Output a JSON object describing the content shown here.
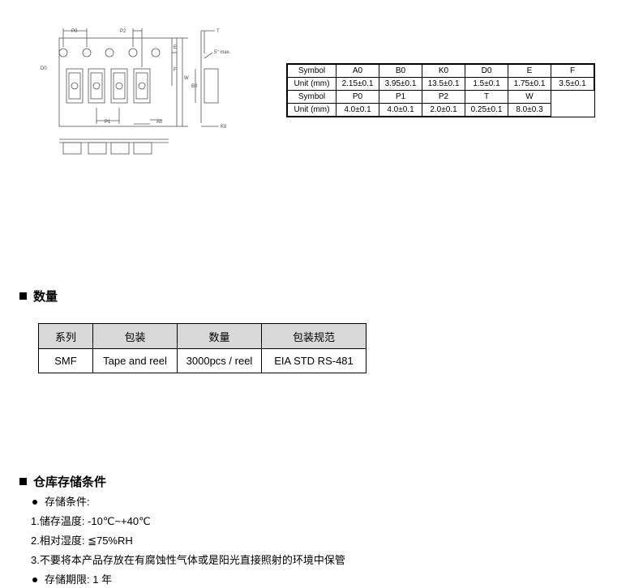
{
  "drawing": {
    "labels": {
      "p0": "P0",
      "p2": "P2",
      "d0": "D0",
      "t": "T",
      "angle": "5° max.",
      "e": "E",
      "f": "F",
      "w": "W",
      "b0": "B0",
      "p1": "P1",
      "a0": "A0",
      "k0": "K0"
    }
  },
  "spec_table": {
    "rows": [
      [
        "Symbol",
        "A0",
        "B0",
        "K0",
        "D0",
        "E",
        "F"
      ],
      [
        "Unit (mm)",
        "2.15±0.1",
        "3.95±0.1",
        "13.5±0.1",
        "1.5±0.1",
        "1.75±0.1",
        "3.5±0.1"
      ],
      [
        "Symbol",
        "P0",
        "P1",
        "P2",
        "T",
        "W"
      ],
      [
        "Unit (mm)",
        "4.0±0.1",
        "4.0±0.1",
        "2.0±0.1",
        "0.25±0.1",
        "8.0±0.3"
      ]
    ]
  },
  "quantity": {
    "title": "数量",
    "headers": [
      "系列",
      "包装",
      "数量",
      "包装规范"
    ],
    "row": [
      "SMF",
      "Tape and reel",
      "3000pcs / reel",
      "EIA STD RS-481"
    ]
  },
  "storage": {
    "title": "仓库存储条件",
    "bullet1": "存储条件:",
    "line1": "1.储存温度: -10℃~+40℃",
    "line2": "2.相对湿度: ≦75%RH",
    "line3": "3.不要将本产品存放在有腐蚀性气体或是阳光直接照射的环境中保管",
    "bullet2": "存储期限: 1 年"
  }
}
